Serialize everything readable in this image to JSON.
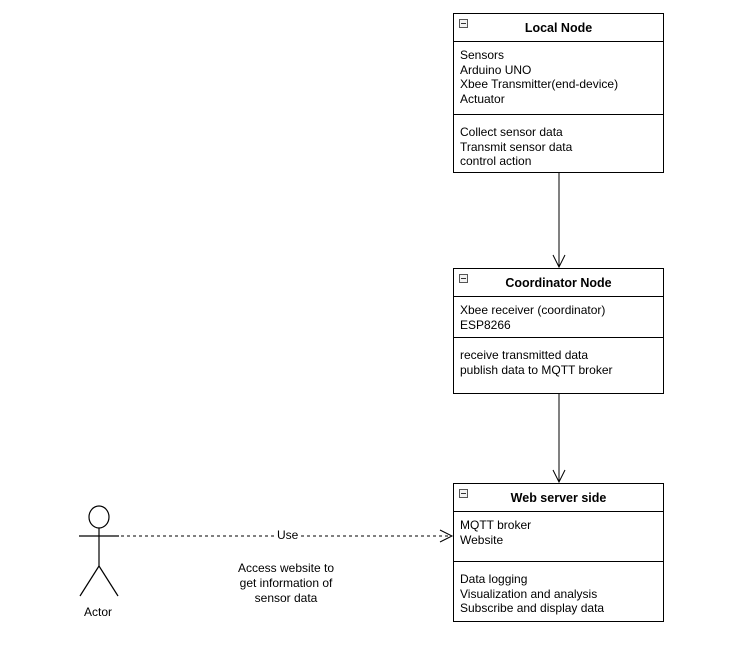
{
  "nodes": {
    "local": {
      "title": "Local Node",
      "attributes": [
        "Sensors",
        "Arduino UNO",
        "Xbee Transmitter(end-device)",
        "Actuator"
      ],
      "operations": [
        "Collect sensor data",
        "Transmit sensor data",
        "control action"
      ]
    },
    "coordinator": {
      "title": "Coordinator Node",
      "attributes": [
        "Xbee receiver (coordinator)",
        "ESP8266"
      ],
      "operations": [
        "receive transmitted data",
        "publish data to MQTT broker"
      ]
    },
    "webserver": {
      "title": "Web server side",
      "attributes": [
        "MQTT broker",
        "Website"
      ],
      "operations": [
        "Data logging",
        "Visualization and analysis",
        "Subscribe and display data"
      ]
    }
  },
  "actor": {
    "label": "Actor"
  },
  "edges": {
    "use_label": "Use"
  },
  "note": {
    "lines": [
      "Access website to",
      "get information of",
      "sensor data"
    ]
  }
}
